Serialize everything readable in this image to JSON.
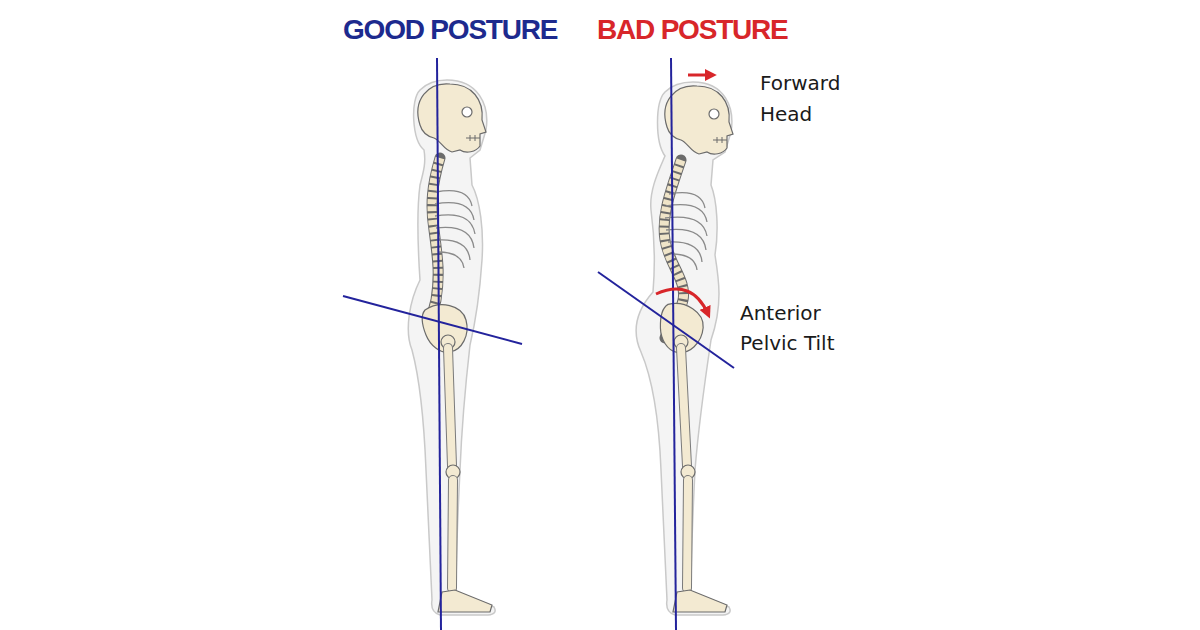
{
  "diagram": {
    "labels": [
      "GOOD POSTURE",
      "BAD POSTURE",
      "Forward Head",
      "Anterior Pelvic Tilt"
    ]
  }
}
